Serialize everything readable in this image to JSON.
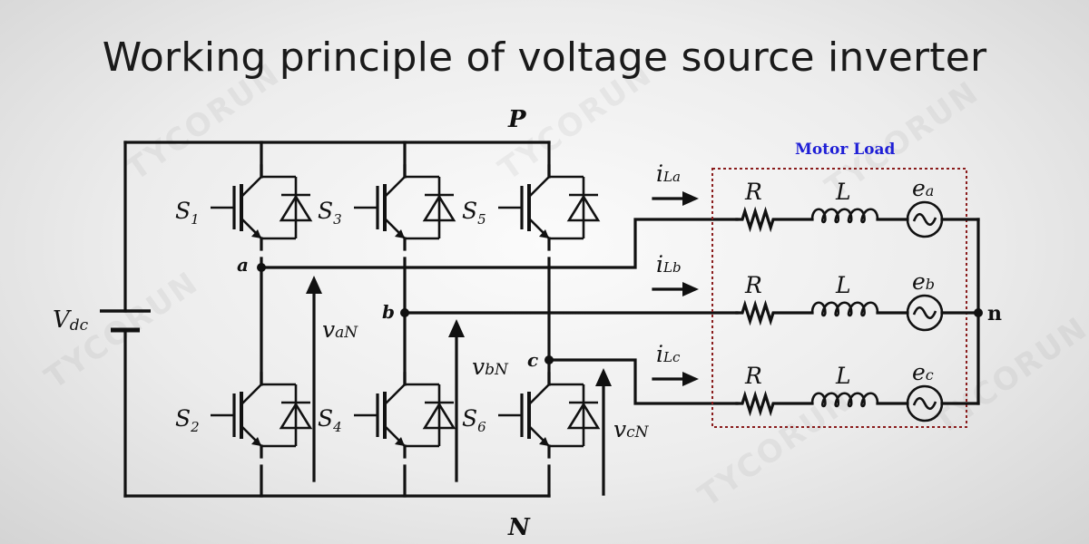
{
  "title": "Working principle of voltage source inverter",
  "watermark": "TYCORUN",
  "colors": {
    "load_label": "#1f1fd6",
    "load_border": "#8a1c1c",
    "wire": "#111111"
  },
  "labels": {
    "P": "P",
    "N": "N",
    "Vdc_main": "V",
    "Vdc_sub": "dc",
    "node_a": "a",
    "node_b": "b",
    "node_c": "c",
    "node_n": "n",
    "motor_load": "Motor Load"
  },
  "switches": [
    {
      "main": "S",
      "sub": "1"
    },
    {
      "main": "S",
      "sub": "3"
    },
    {
      "main": "S",
      "sub": "5"
    },
    {
      "main": "S",
      "sub": "2"
    },
    {
      "main": "S",
      "sub": "4"
    },
    {
      "main": "S",
      "sub": "6"
    }
  ],
  "voltages": [
    {
      "main": "v",
      "sub": "aN"
    },
    {
      "main": "v",
      "sub": "bN"
    },
    {
      "main": "v",
      "sub": "cN"
    }
  ],
  "currents": [
    {
      "main": "i",
      "sub": "La"
    },
    {
      "main": "i",
      "sub": "Lb"
    },
    {
      "main": "i",
      "sub": "Lc"
    }
  ],
  "phases": [
    {
      "R": "R",
      "L": "L",
      "e_main": "e",
      "e_sub": "a"
    },
    {
      "R": "R",
      "L": "L",
      "e_main": "e",
      "e_sub": "b"
    },
    {
      "R": "R",
      "L": "L",
      "e_main": "e",
      "e_sub": "c"
    }
  ]
}
